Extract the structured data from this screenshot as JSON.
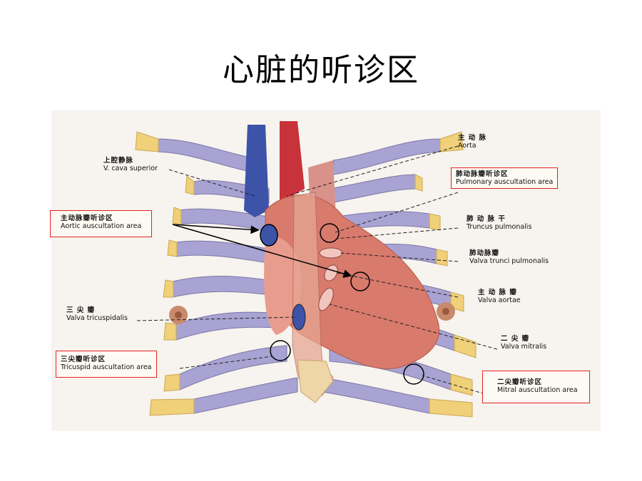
{
  "title": "心脏的听诊区",
  "labels": {
    "svc": {
      "zh": "上腔静脉",
      "en": "V. cava superior"
    },
    "aorta": {
      "zh": "主 动 脉",
      "en": "Aorta"
    },
    "pulm_area": {
      "zh": "肺动脉瓣听诊区",
      "en": "Pulmonary auscultation area"
    },
    "aortic_area": {
      "zh": "主动脉瓣听诊区",
      "en": "Aortic auscultation area"
    },
    "truncus": {
      "zh": "肺 动 脉 干",
      "en": "Truncus pulmonalis"
    },
    "valva_trunci": {
      "zh": "肺动脉瓣",
      "en": "Valva trunci pulmonalis"
    },
    "valva_aortae": {
      "zh": "主 动 脉 瓣",
      "en": "Valva aortae"
    },
    "tricuspid_valve": {
      "zh": "三  尖  瓣",
      "en": "Valva tricuspidalis"
    },
    "mitral_valve": {
      "zh": "二  尖  瓣",
      "en": "Valva mitralis"
    },
    "tricuspid_area": {
      "zh": "三尖瓣听诊区",
      "en": "Tricuspid auscultation area"
    },
    "mitral_area": {
      "zh": "二尖瓣听诊区",
      "en": "Mitral auscultation area"
    }
  },
  "colors": {
    "highlight_box": "#e32222",
    "heart": "#d87a6c",
    "rib": "#a9a3d3",
    "cartilage": "#f0d078",
    "vein": "#3d53a8",
    "artery": "#c8323a"
  }
}
